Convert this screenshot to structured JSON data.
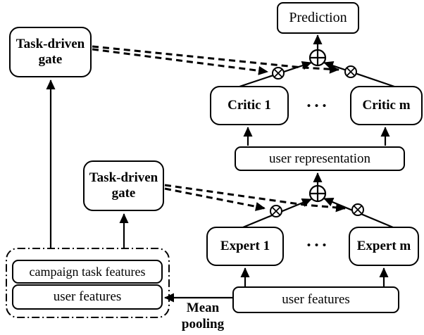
{
  "diagram": {
    "description": "Architecture diagram of a task-driven gated mixture-of-experts model with critics producing a prediction",
    "colors": {
      "stroke": "#000000",
      "background": "#ffffff",
      "text": "#000000"
    },
    "nodes": {
      "prediction": "Prediction",
      "task_gate_top": "Task-driven gate",
      "task_gate_mid": "Task-driven gate",
      "critic_1": "Critic 1",
      "critic_m": "Critic m",
      "user_representation": "user representation",
      "expert_1": "Expert 1",
      "expert_m": "Expert m",
      "user_features_main": "user features",
      "campaign_task_features": "campaign task features",
      "user_features_pooled": "user features"
    },
    "labels": {
      "ellipsis": "• • •",
      "mean_pooling": "Mean pooling"
    },
    "icons": {
      "sum_operator": "⊕",
      "multiply_operator": "⊗"
    }
  }
}
